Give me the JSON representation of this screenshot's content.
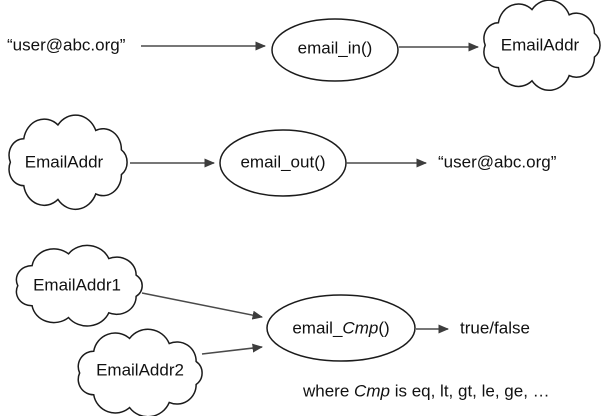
{
  "colors": {
    "background": "#ffffff",
    "shape_stroke": "#1b1b1b",
    "arrow": "#4a4a4a",
    "text": "#111111"
  },
  "flow_in": {
    "input_literal": "“user@abc.org”",
    "function_label": "email_in()",
    "output_type": "EmailAddr"
  },
  "flow_out": {
    "input_type": "EmailAddr",
    "function_label": "email_out()",
    "output_literal": "“user@abc.org”"
  },
  "flow_cmp": {
    "input_type_1": "EmailAddr1",
    "input_type_2": "EmailAddr2",
    "function_prefix": "email_",
    "function_param": "Cmp",
    "function_suffix": "()",
    "output_literal": "true/false",
    "caption_prefix": "where",
    "caption_param": "Cmp",
    "caption_suffix": "is eq, lt, gt, le, ge, …"
  }
}
